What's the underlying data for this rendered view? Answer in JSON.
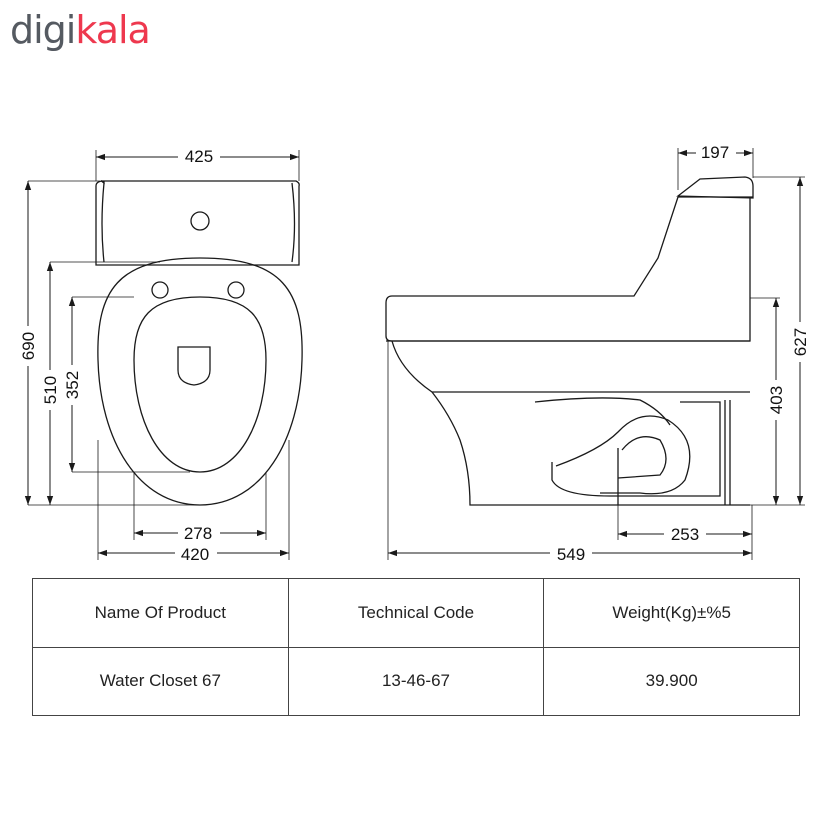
{
  "logo": {
    "part1": "digi",
    "part2": "kala",
    "color_gray": "#555a61",
    "color_red": "#ee384e"
  },
  "dimensions": {
    "front_width": "425",
    "front_height": "690",
    "front_bowl_height": "510",
    "front_seat_height": "352",
    "front_seat_width": "278",
    "front_base_width": "420",
    "side_tank_depth": "197",
    "side_height": "627",
    "side_outlet_height": "403",
    "side_outlet_depth": "253",
    "side_length": "549"
  },
  "table": {
    "headers": [
      "Name Of Product",
      "Technical Code",
      "Weight(Kg)±%5"
    ],
    "row": [
      "Water Closet 67",
      "13-46-67",
      "39.900"
    ]
  }
}
